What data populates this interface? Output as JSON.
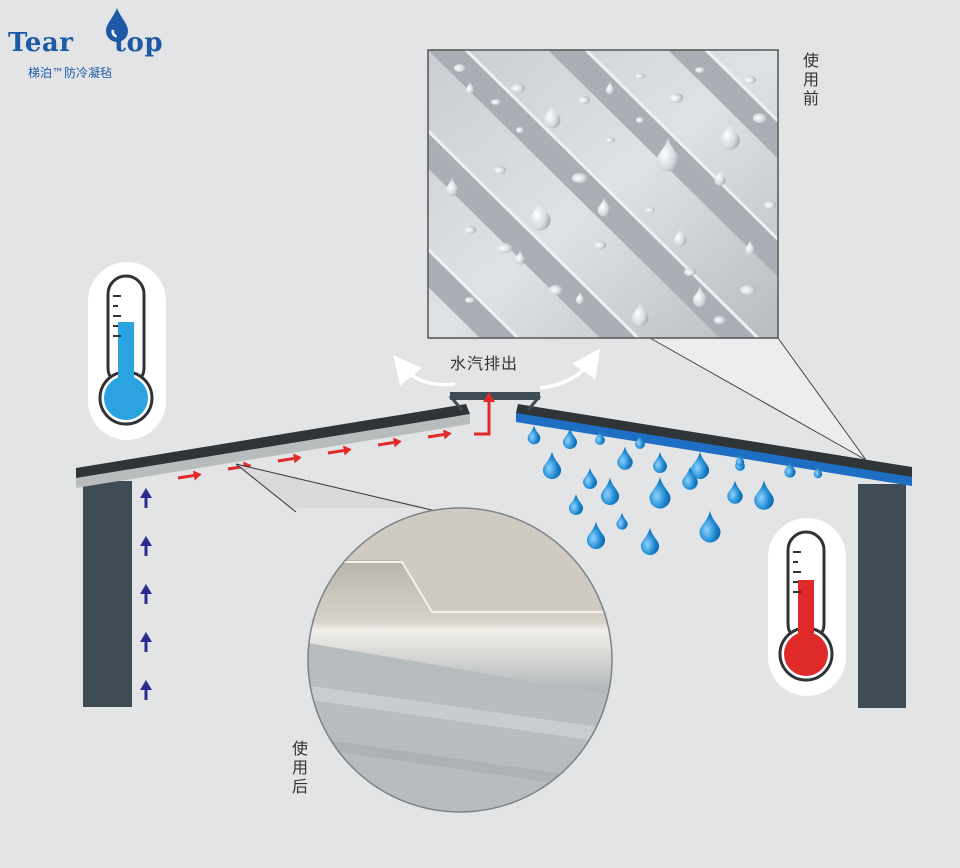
{
  "logo": {
    "brand": "TearStop",
    "brand_part1": "Tear",
    "brand_part2": "top",
    "subtitle": "梯泊™防冷凝毡"
  },
  "labels": {
    "before": "使用前",
    "after": "使用后",
    "vapor": "水汽排出"
  },
  "colors": {
    "background": "#e3e4e6",
    "roof_dark": "#2f3436",
    "felt_gray": "#b9bcbd",
    "roof_blue": "#1e6fc4",
    "wall": "#3e4c55",
    "arrow_red": "#e02a2a",
    "arrow_navy": "#2a2f8f",
    "droplet_blue": "#1a86cf",
    "brand_blue": "#1d5aa6",
    "thermo_cold": "#2aa3e0",
    "thermo_hot": "#e02a2a"
  },
  "icons": {
    "cold_thermometer": "thermometer-cold-icon",
    "hot_thermometer": "thermometer-hot-icon",
    "droplet": "water-drop-icon"
  }
}
